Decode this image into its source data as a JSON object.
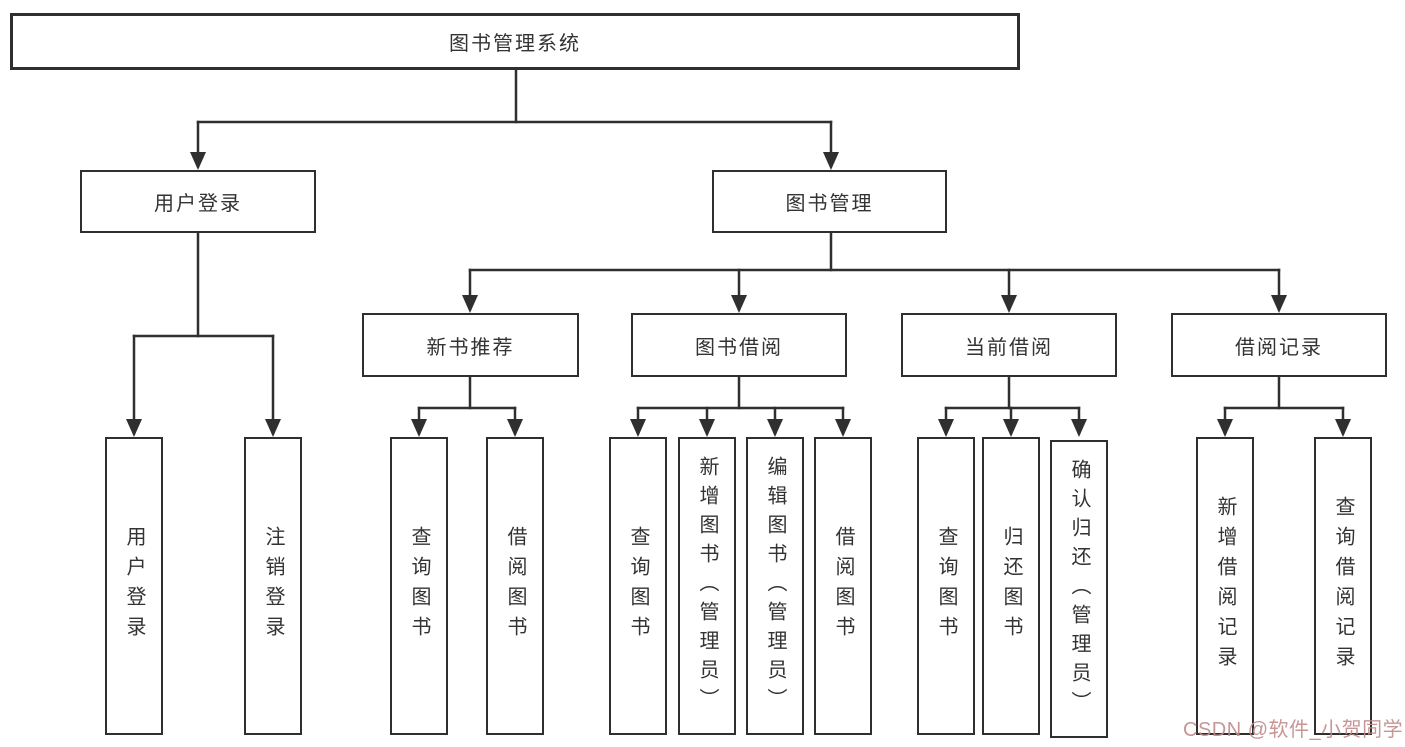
{
  "diagram": {
    "root": {
      "label": "图书管理系统"
    },
    "level2": [
      {
        "label": "用户登录"
      },
      {
        "label": "图书管理"
      }
    ],
    "level3": [
      {
        "label": "新书推荐"
      },
      {
        "label": "图书借阅"
      },
      {
        "label": "当前借阅"
      },
      {
        "label": "借阅记录"
      }
    ],
    "leaves": {
      "user_login": [
        "用户登录",
        "注销登录"
      ],
      "new_book_recommend": [
        "查询图书",
        "借阅图书"
      ],
      "book_borrowing": [
        "查询图书",
        "新增图书（管理员）",
        "编辑图书（管理员）",
        "借阅图书"
      ],
      "current_borrowing": [
        "查询图书",
        "归还图书",
        "确认归还（管理员）"
      ],
      "borrowing_records": [
        "新增借阅记录",
        "查询借阅记录"
      ]
    }
  },
  "watermark": {
    "text": "CSDN @软件_小贺同学",
    "color": "#c08b8b"
  },
  "colors": {
    "background": "#ffffff",
    "line": "#2f2f2f",
    "box_border": "#2f2f2f",
    "box_fill": "#ffffff",
    "text": "#333333"
  }
}
